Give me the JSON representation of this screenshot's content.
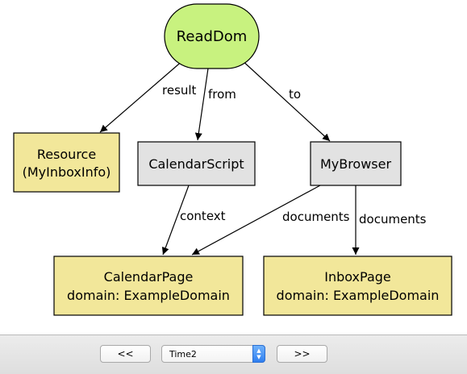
{
  "nodes": {
    "readdom": {
      "label": "ReadDom",
      "fill": "#c8f27f"
    },
    "resource": {
      "line1": "Resource",
      "line2": "(MyInboxInfo)",
      "fill": "#f2e79a"
    },
    "calendarscript": {
      "label": "CalendarScript",
      "fill": "#e2e2e2"
    },
    "mybrowser": {
      "label": "MyBrowser",
      "fill": "#e2e2e2"
    },
    "calendarpage": {
      "line1": "CalendarPage",
      "line2": "domain: ExampleDomain",
      "fill": "#f2e79a"
    },
    "inboxpage": {
      "line1": "InboxPage",
      "line2": "domain: ExampleDomain",
      "fill": "#f2e79a"
    }
  },
  "edges": {
    "result": "result",
    "from": "from",
    "to": "to",
    "context": "context",
    "documents_left": "documents",
    "documents_right": "documents"
  },
  "toolbar": {
    "prev_label": "<<",
    "next_label": ">>",
    "time_value": "Time2"
  }
}
